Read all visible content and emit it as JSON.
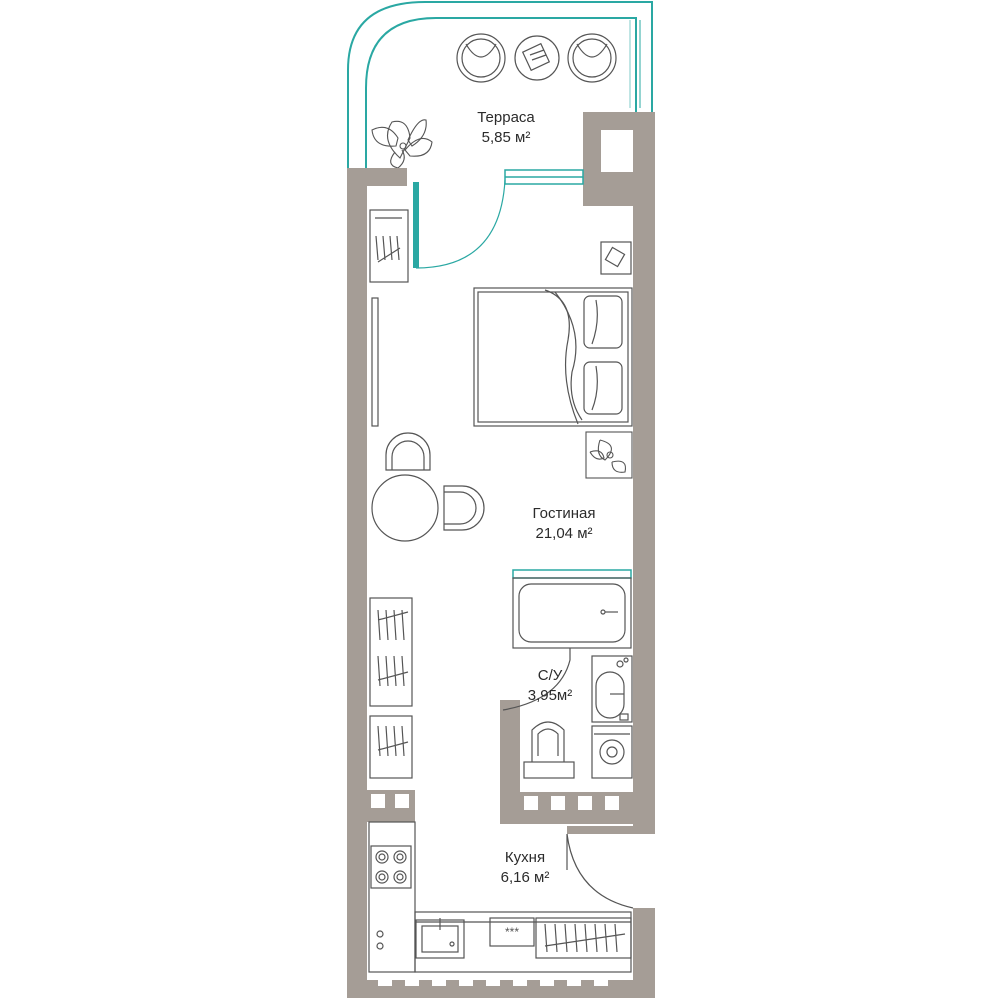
{
  "plan": {
    "colors": {
      "wall": "#a59d96",
      "accent": "#2aa8a3",
      "line": "#555555",
      "background": "#ffffff"
    },
    "rooms": {
      "terrace": {
        "name": "Терраса",
        "area": "5,85 м²"
      },
      "living": {
        "name": "Гостиная",
        "area": "21,04 м²"
      },
      "bathroom": {
        "name": "С/У",
        "area": "3,95м²"
      },
      "kitchen": {
        "name": "Кухня",
        "area": "6,16 м²"
      }
    },
    "stove_indicator": "***",
    "icons": [
      "double-bed-icon",
      "dining-table-icon",
      "chair-icon",
      "plant-icon",
      "bathtub-icon",
      "toilet-icon",
      "washbasin-icon",
      "washing-machine-icon",
      "stove-icon",
      "kitchen-sink-icon",
      "wardrobe-icon",
      "radiator-icon",
      "lounge-chair-icon",
      "side-table-icon",
      "door-icon",
      "window-icon"
    ]
  }
}
